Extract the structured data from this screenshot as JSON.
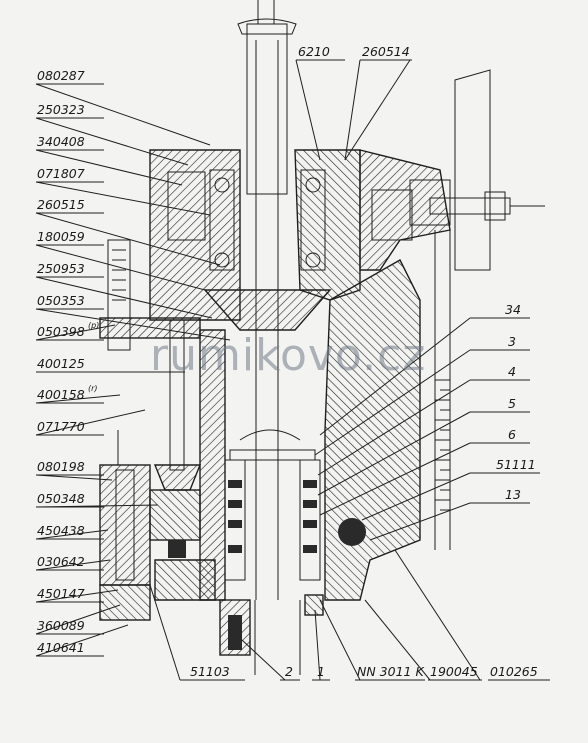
{
  "labels_left": [
    "080287",
    "250323",
    "340408",
    "071807",
    "260515",
    "180059",
    "250953",
    "050353",
    "050398",
    "400125",
    "400158",
    "071770",
    "080198",
    "050348",
    "450438",
    "030642",
    "450147",
    "360089",
    "410641"
  ],
  "superscripts": {
    "050398": "(p)",
    "400158": "(r)"
  },
  "labels_top": [
    "6210",
    "260514"
  ],
  "labels_right": [
    "34",
    "3",
    "4",
    "5",
    "6",
    "51111",
    "13"
  ],
  "labels_bottom": [
    "51103",
    "2",
    "1",
    "NN 3011 K",
    "190045",
    "010265"
  ],
  "watermark": "rumikovo.cz",
  "colors": {
    "ink": "#1f1f1f",
    "paper": "#f3f3f1",
    "watermark": "#6f7a86"
  }
}
